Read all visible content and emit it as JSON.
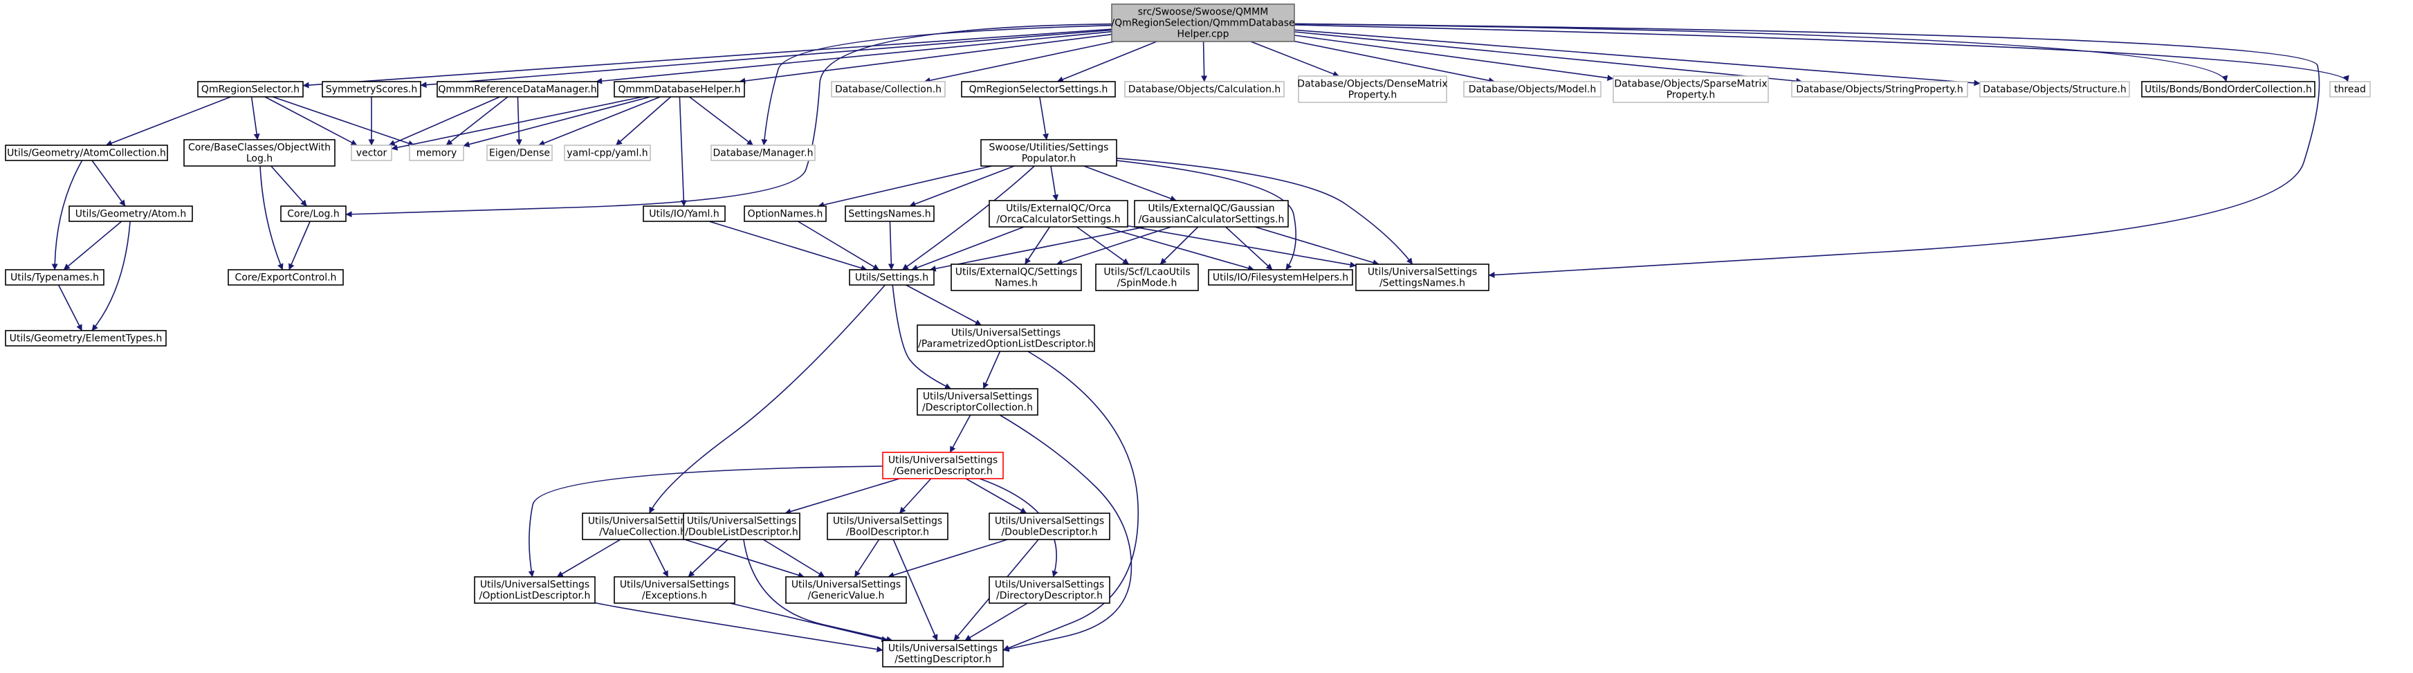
{
  "colors": {
    "edge": "#191970",
    "border_default": "#000000",
    "border_external": "#bfbfbf",
    "border_root": "#666666",
    "fill_root": "#bfbfbf",
    "border_highlight": "#ff0000",
    "text": "#000000"
  },
  "nodes": [
    {
      "id": "root",
      "lines": [
        "src/Swoose/Swoose/QMMM",
        "/QmRegionSelection/QmmmDatabase",
        "Helper.cpp"
      ],
      "style": "root"
    },
    {
      "id": "qmregionselector_h",
      "lines": [
        "QmRegionSelector.h"
      ],
      "style": "normal"
    },
    {
      "id": "symmetryscores_h",
      "lines": [
        "SymmetryScores.h"
      ],
      "style": "normal"
    },
    {
      "id": "qmmmreferencedatamanager_h",
      "lines": [
        "QmmmReferenceDataManager.h"
      ],
      "style": "normal"
    },
    {
      "id": "qmmmdatabasehelper_h",
      "lines": [
        "QmmmDatabaseHelper.h"
      ],
      "style": "normal"
    },
    {
      "id": "database_collection_h",
      "lines": [
        "Database/Collection.h"
      ],
      "style": "external"
    },
    {
      "id": "qmregionselectorsettings_h",
      "lines": [
        "QmRegionSelectorSettings.h"
      ],
      "style": "normal"
    },
    {
      "id": "database_calculation_h",
      "lines": [
        "Database/Objects/Calculation.h"
      ],
      "style": "external"
    },
    {
      "id": "database_densematrix_h",
      "lines": [
        "Database/Objects/DenseMatrix",
        "Property.h"
      ],
      "style": "external"
    },
    {
      "id": "database_model_h",
      "lines": [
        "Database/Objects/Model.h"
      ],
      "style": "external"
    },
    {
      "id": "database_sparsematrix_h",
      "lines": [
        "Database/Objects/SparseMatrix",
        "Property.h"
      ],
      "style": "external"
    },
    {
      "id": "database_stringproperty_h",
      "lines": [
        "Database/Objects/StringProperty.h"
      ],
      "style": "external"
    },
    {
      "id": "database_structure_h",
      "lines": [
        "Database/Objects/Structure.h"
      ],
      "style": "external"
    },
    {
      "id": "bondordercollection_h",
      "lines": [
        "Utils/Bonds/BondOrderCollection.h"
      ],
      "style": "normal"
    },
    {
      "id": "thread",
      "lines": [
        "thread"
      ],
      "style": "external"
    },
    {
      "id": "atomcollection_h",
      "lines": [
        "Utils/Geometry/AtomCollection.h"
      ],
      "style": "normal"
    },
    {
      "id": "objectwithlog_h",
      "lines": [
        "Core/BaseClasses/ObjectWith",
        "Log.h"
      ],
      "style": "normal"
    },
    {
      "id": "vector",
      "lines": [
        "vector"
      ],
      "style": "external"
    },
    {
      "id": "memory",
      "lines": [
        "memory"
      ],
      "style": "external"
    },
    {
      "id": "eigen_dense",
      "lines": [
        "Eigen/Dense"
      ],
      "style": "external"
    },
    {
      "id": "yaml_cpp",
      "lines": [
        "yaml-cpp/yaml.h"
      ],
      "style": "external"
    },
    {
      "id": "database_manager_h",
      "lines": [
        "Database/Manager.h"
      ],
      "style": "external"
    },
    {
      "id": "settingspopulator_h",
      "lines": [
        "Swoose/Utilities/Settings",
        "Populator.h"
      ],
      "style": "normal"
    },
    {
      "id": "atom_h",
      "lines": [
        "Utils/Geometry/Atom.h"
      ],
      "style": "normal"
    },
    {
      "id": "core_log_h",
      "lines": [
        "Core/Log.h"
      ],
      "style": "normal"
    },
    {
      "id": "utils_io_yaml_h",
      "lines": [
        "Utils/IO/Yaml.h"
      ],
      "style": "normal"
    },
    {
      "id": "optionnames_h",
      "lines": [
        "OptionNames.h"
      ],
      "style": "normal"
    },
    {
      "id": "settingsnames_h",
      "lines": [
        "SettingsNames.h"
      ],
      "style": "normal"
    },
    {
      "id": "orcacalculatorsettings_h",
      "lines": [
        "Utils/ExternalQC/Orca",
        "/OrcaCalculatorSettings.h"
      ],
      "style": "normal"
    },
    {
      "id": "gaussiancalculatorsettings_h",
      "lines": [
        "Utils/ExternalQC/Gaussian",
        "/GaussianCalculatorSettings.h"
      ],
      "style": "normal"
    },
    {
      "id": "typenames_h",
      "lines": [
        "Utils/Typenames.h"
      ],
      "style": "normal"
    },
    {
      "id": "core_exportcontrol_h",
      "lines": [
        "Core/ExportControl.h"
      ],
      "style": "normal"
    },
    {
      "id": "utils_settings_h",
      "lines": [
        "Utils/Settings.h"
      ],
      "style": "normal"
    },
    {
      "id": "externalqc_settingsnames_h",
      "lines": [
        "Utils/ExternalQC/Settings",
        "Names.h"
      ],
      "style": "normal"
    },
    {
      "id": "spinmode_h",
      "lines": [
        "Utils/Scf/LcaoUtils",
        "/SpinMode.h"
      ],
      "style": "normal"
    },
    {
      "id": "filesystemhelpers_h",
      "lines": [
        "Utils/IO/FilesystemHelpers.h"
      ],
      "style": "normal"
    },
    {
      "id": "universal_settingsnames_h",
      "lines": [
        "Utils/UniversalSettings",
        "/SettingsNames.h"
      ],
      "style": "normal"
    },
    {
      "id": "elementtypes_h",
      "lines": [
        "Utils/Geometry/ElementTypes.h"
      ],
      "style": "normal"
    },
    {
      "id": "parametrizedoptionlistdescriptor_h",
      "lines": [
        "Utils/UniversalSettings",
        "/ParametrizedOptionListDescriptor.h"
      ],
      "style": "normal"
    },
    {
      "id": "descriptorcollection_h",
      "lines": [
        "Utils/UniversalSettings",
        "/DescriptorCollection.h"
      ],
      "style": "normal"
    },
    {
      "id": "genericdescriptor_h",
      "lines": [
        "Utils/UniversalSettings",
        "/GenericDescriptor.h"
      ],
      "style": "highlight"
    },
    {
      "id": "valuecollection_h",
      "lines": [
        "Utils/UniversalSettings",
        "/ValueCollection.h"
      ],
      "style": "normal"
    },
    {
      "id": "doublelistdescriptor_h",
      "lines": [
        "Utils/UniversalSettings",
        "/DoubleListDescriptor.h"
      ],
      "style": "normal"
    },
    {
      "id": "booldescriptor_h",
      "lines": [
        "Utils/UniversalSettings",
        "/BoolDescriptor.h"
      ],
      "style": "normal"
    },
    {
      "id": "doubledescriptor_h",
      "lines": [
        "Utils/UniversalSettings",
        "/DoubleDescriptor.h"
      ],
      "style": "normal"
    },
    {
      "id": "optionlistdescriptor_h",
      "lines": [
        "Utils/UniversalSettings",
        "/OptionListDescriptor.h"
      ],
      "style": "normal"
    },
    {
      "id": "exceptions_h",
      "lines": [
        "Utils/UniversalSettings",
        "/Exceptions.h"
      ],
      "style": "normal"
    },
    {
      "id": "genericvalue_h",
      "lines": [
        "Utils/UniversalSettings",
        "/GenericValue.h"
      ],
      "style": "normal"
    },
    {
      "id": "directorydescriptor_h",
      "lines": [
        "Utils/UniversalSettings",
        "/DirectoryDescriptor.h"
      ],
      "style": "normal"
    },
    {
      "id": "settingdescriptor_h",
      "lines": [
        "Utils/UniversalSettings",
        "/SettingDescriptor.h"
      ],
      "style": "normal"
    }
  ],
  "edges": [
    [
      "root",
      "qmregionselector_h"
    ],
    [
      "root",
      "symmetryscores_h"
    ],
    [
      "root",
      "qmmmreferencedatamanager_h"
    ],
    [
      "root",
      "qmmmdatabasehelper_h"
    ],
    [
      "root",
      "database_manager_h"
    ],
    [
      "root",
      "core_log_h"
    ],
    [
      "root",
      "database_collection_h"
    ],
    [
      "root",
      "qmregionselectorsettings_h"
    ],
    [
      "root",
      "database_calculation_h"
    ],
    [
      "root",
      "database_densematrix_h"
    ],
    [
      "root",
      "database_model_h"
    ],
    [
      "root",
      "database_sparsematrix_h"
    ],
    [
      "root",
      "database_stringproperty_h"
    ],
    [
      "root",
      "database_structure_h"
    ],
    [
      "root",
      "bondordercollection_h"
    ],
    [
      "root",
      "universal_settingsnames_h"
    ],
    [
      "root",
      "thread"
    ],
    [
      "qmregionselector_h",
      "atomcollection_h"
    ],
    [
      "qmregionselector_h",
      "objectwithlog_h"
    ],
    [
      "qmregionselector_h",
      "vector"
    ],
    [
      "qmregionselector_h",
      "memory"
    ],
    [
      "symmetryscores_h",
      "vector"
    ],
    [
      "qmmmreferencedatamanager_h",
      "vector"
    ],
    [
      "qmmmreferencedatamanager_h",
      "memory"
    ],
    [
      "qmmmreferencedatamanager_h",
      "eigen_dense"
    ],
    [
      "qmmmdatabasehelper_h",
      "vector"
    ],
    [
      "qmmmdatabasehelper_h",
      "memory"
    ],
    [
      "qmmmdatabasehelper_h",
      "eigen_dense"
    ],
    [
      "qmmmdatabasehelper_h",
      "yaml_cpp"
    ],
    [
      "qmmmdatabasehelper_h",
      "database_manager_h"
    ],
    [
      "qmmmdatabasehelper_h",
      "utils_io_yaml_h"
    ],
    [
      "qmregionselectorsettings_h",
      "settingspopulator_h"
    ],
    [
      "atomcollection_h",
      "atom_h"
    ],
    [
      "atomcollection_h",
      "typenames_h"
    ],
    [
      "atom_h",
      "typenames_h"
    ],
    [
      "atom_h",
      "elementtypes_h"
    ],
    [
      "typenames_h",
      "elementtypes_h"
    ],
    [
      "objectwithlog_h",
      "core_log_h"
    ],
    [
      "objectwithlog_h",
      "core_exportcontrol_h"
    ],
    [
      "core_log_h",
      "core_exportcontrol_h"
    ],
    [
      "utils_io_yaml_h",
      "utils_settings_h"
    ],
    [
      "settingspopulator_h",
      "optionnames_h"
    ],
    [
      "settingspopulator_h",
      "settingsnames_h"
    ],
    [
      "settingspopulator_h",
      "orcacalculatorsettings_h"
    ],
    [
      "settingspopulator_h",
      "gaussiancalculatorsettings_h"
    ],
    [
      "settingspopulator_h",
      "utils_settings_h"
    ],
    [
      "settingspopulator_h",
      "filesystemhelpers_h"
    ],
    [
      "settingspopulator_h",
      "universal_settingsnames_h"
    ],
    [
      "optionnames_h",
      "utils_settings_h"
    ],
    [
      "settingsnames_h",
      "utils_settings_h"
    ],
    [
      "orcacalculatorsettings_h",
      "utils_settings_h"
    ],
    [
      "orcacalculatorsettings_h",
      "externalqc_settingsnames_h"
    ],
    [
      "orcacalculatorsettings_h",
      "spinmode_h"
    ],
    [
      "orcacalculatorsettings_h",
      "filesystemhelpers_h"
    ],
    [
      "orcacalculatorsettings_h",
      "universal_settingsnames_h"
    ],
    [
      "gaussiancalculatorsettings_h",
      "utils_settings_h"
    ],
    [
      "gaussiancalculatorsettings_h",
      "externalqc_settingsnames_h"
    ],
    [
      "gaussiancalculatorsettings_h",
      "spinmode_h"
    ],
    [
      "gaussiancalculatorsettings_h",
      "filesystemhelpers_h"
    ],
    [
      "gaussiancalculatorsettings_h",
      "universal_settingsnames_h"
    ],
    [
      "utils_settings_h",
      "parametrizedoptionlistdescriptor_h"
    ],
    [
      "utils_settings_h",
      "descriptorcollection_h"
    ],
    [
      "utils_settings_h",
      "valuecollection_h"
    ],
    [
      "parametrizedoptionlistdescriptor_h",
      "descriptorcollection_h"
    ],
    [
      "parametrizedoptionlistdescriptor_h",
      "settingdescriptor_h"
    ],
    [
      "descriptorcollection_h",
      "genericdescriptor_h"
    ],
    [
      "descriptorcollection_h",
      "settingdescriptor_h"
    ],
    [
      "genericdescriptor_h",
      "optionlistdescriptor_h"
    ],
    [
      "genericdescriptor_h",
      "doublelistdescriptor_h"
    ],
    [
      "genericdescriptor_h",
      "booldescriptor_h"
    ],
    [
      "genericdescriptor_h",
      "doubledescriptor_h"
    ],
    [
      "genericdescriptor_h",
      "directorydescriptor_h"
    ],
    [
      "valuecollection_h",
      "optionlistdescriptor_h"
    ],
    [
      "valuecollection_h",
      "exceptions_h"
    ],
    [
      "valuecollection_h",
      "genericvalue_h"
    ],
    [
      "doublelistdescriptor_h",
      "exceptions_h"
    ],
    [
      "doublelistdescriptor_h",
      "genericvalue_h"
    ],
    [
      "doublelistdescriptor_h",
      "settingdescriptor_h"
    ],
    [
      "booldescriptor_h",
      "genericvalue_h"
    ],
    [
      "booldescriptor_h",
      "settingdescriptor_h"
    ],
    [
      "doubledescriptor_h",
      "genericvalue_h"
    ],
    [
      "doubledescriptor_h",
      "settingdescriptor_h"
    ],
    [
      "optionlistdescriptor_h",
      "settingdescriptor_h"
    ],
    [
      "exceptions_h",
      "settingdescriptor_h"
    ],
    [
      "directorydescriptor_h",
      "settingdescriptor_h"
    ]
  ]
}
